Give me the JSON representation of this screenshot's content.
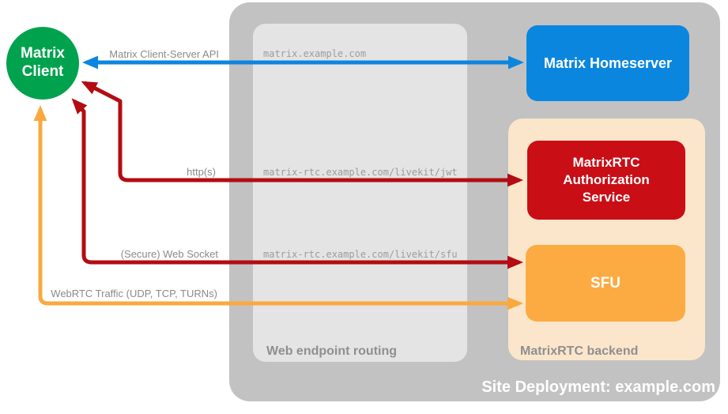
{
  "diagram": {
    "site_label": "Site Deployment: example.com",
    "client": {
      "label": "Matrix Client"
    },
    "homeserver": {
      "label": "Matrix Homeserver"
    },
    "web_routing": {
      "label": "Web endpoint routing"
    },
    "backend": {
      "label": "MatrixRTC backend",
      "auth_service": {
        "label": "MatrixRTC Authorization Service"
      },
      "sfu": {
        "label": "SFU"
      }
    },
    "connections": [
      {
        "label": "Matrix Client-Server API",
        "route": "matrix.example.com",
        "color": "#0b86df"
      },
      {
        "label": "http(s)",
        "route": "matrix-rtc.example.com/livekit/jwt",
        "color": "#b30c12"
      },
      {
        "label": "(Secure) Web Socket",
        "route": "matrix-rtc.example.com/livekit/sfu",
        "color": "#b30c12"
      },
      {
        "label": "WebRTC Traffic (UDP, TCP, TURNs)",
        "color": "#f9a940"
      }
    ],
    "colors": {
      "client_green": "#00a24e",
      "homeserver_blue": "#0b86df",
      "auth_red": "#c90e16",
      "arrow_red": "#b30c12",
      "sfu_orange": "#fcab42",
      "arrow_orange": "#f9a940",
      "backend_peach": "#fbe6cb",
      "container_gray": "#c2c2c2",
      "routing_gray": "#e4e4e4",
      "label_gray": "#8a8a8a"
    }
  }
}
